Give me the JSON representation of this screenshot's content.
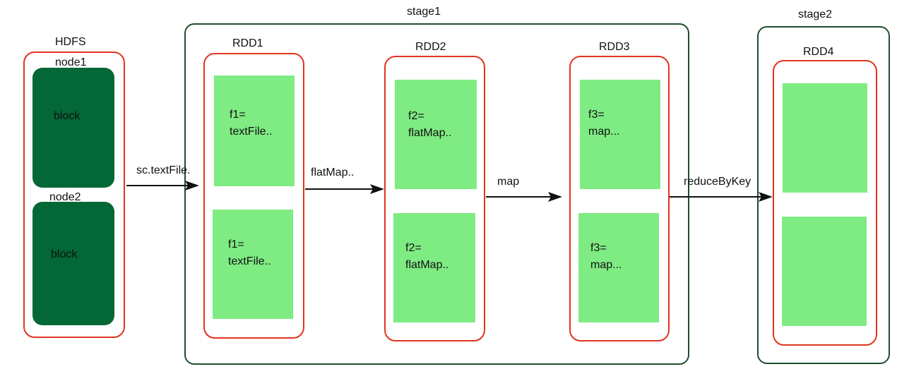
{
  "stages": [
    {
      "label": "stage1"
    },
    {
      "label": "stage2"
    }
  ],
  "hdfs": {
    "title": "HDFS",
    "nodes": [
      {
        "label": "node1",
        "block": "block"
      },
      {
        "label": "node2",
        "block": "block"
      }
    ]
  },
  "rdds": [
    {
      "title": "RDD1",
      "partitions": [
        "f1=\ntextFile..",
        "f1=\ntextFile.."
      ]
    },
    {
      "title": "RDD2",
      "partitions": [
        "f2=\nflatMap..",
        "f2=\nflatMap.."
      ]
    },
    {
      "title": "RDD3",
      "partitions": [
        "f3=\nmap...",
        "f3=\nmap..."
      ]
    },
    {
      "title": "RDD4",
      "partitions": [
        "",
        ""
      ]
    }
  ],
  "edges": [
    {
      "label": "sc.textFile."
    },
    {
      "label": "flatMap.."
    },
    {
      "label": "map"
    },
    {
      "label": "reduceByKey"
    }
  ],
  "colors": {
    "stage_border": "#1f4d2c",
    "rdd_border": "#e0341f",
    "partition_fill": "#7feb83",
    "block_fill": "#036736",
    "arrow": "#111111"
  }
}
